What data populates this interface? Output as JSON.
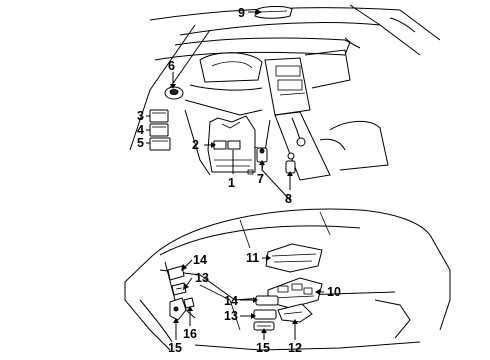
{
  "callouts": [
    {
      "id": "c1",
      "text": "1"
    },
    {
      "id": "c2",
      "text": "2"
    },
    {
      "id": "c3",
      "text": "3"
    },
    {
      "id": "c4",
      "text": "4"
    },
    {
      "id": "c5",
      "text": "5"
    },
    {
      "id": "c6",
      "text": "6"
    },
    {
      "id": "c7",
      "text": "7"
    },
    {
      "id": "c8",
      "text": "8"
    },
    {
      "id": "c9",
      "text": "9"
    },
    {
      "id": "c10",
      "text": "10"
    },
    {
      "id": "c11",
      "text": "11"
    },
    {
      "id": "c12",
      "text": "12"
    },
    {
      "id": "c13a",
      "text": "13"
    },
    {
      "id": "c13b",
      "text": "13"
    },
    {
      "id": "c14a",
      "text": "14"
    },
    {
      "id": "c14b",
      "text": "14"
    },
    {
      "id": "c15a",
      "text": "15"
    },
    {
      "id": "c15b",
      "text": "15"
    },
    {
      "id": "c16",
      "text": "16"
    }
  ]
}
